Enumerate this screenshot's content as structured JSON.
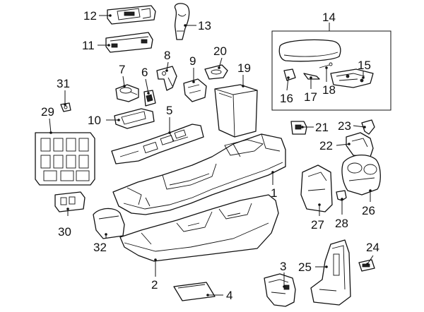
{
  "callouts": [
    {
      "id": "c1",
      "text": "1"
    },
    {
      "id": "c2",
      "text": "2"
    },
    {
      "id": "c3",
      "text": "3"
    },
    {
      "id": "c4",
      "text": "4"
    },
    {
      "id": "c5",
      "text": "5"
    },
    {
      "id": "c6",
      "text": "6"
    },
    {
      "id": "c7",
      "text": "7"
    },
    {
      "id": "c8",
      "text": "8"
    },
    {
      "id": "c9",
      "text": "9"
    },
    {
      "id": "c10",
      "text": "10"
    },
    {
      "id": "c11",
      "text": "11"
    },
    {
      "id": "c12",
      "text": "12"
    },
    {
      "id": "c13",
      "text": "13"
    },
    {
      "id": "c14",
      "text": "14"
    },
    {
      "id": "c15",
      "text": "15"
    },
    {
      "id": "c16",
      "text": "16"
    },
    {
      "id": "c17",
      "text": "17"
    },
    {
      "id": "c18",
      "text": "18"
    },
    {
      "id": "c19",
      "text": "19"
    },
    {
      "id": "c20",
      "text": "20"
    },
    {
      "id": "c21",
      "text": "21"
    },
    {
      "id": "c22",
      "text": "22"
    },
    {
      "id": "c23",
      "text": "23"
    },
    {
      "id": "c24",
      "text": "24"
    },
    {
      "id": "c25",
      "text": "25"
    },
    {
      "id": "c26",
      "text": "26"
    },
    {
      "id": "c27",
      "text": "27"
    },
    {
      "id": "c28",
      "text": "28"
    },
    {
      "id": "c29",
      "text": "29"
    },
    {
      "id": "c30",
      "text": "30"
    },
    {
      "id": "c31",
      "text": "31"
    },
    {
      "id": "c32",
      "text": "32"
    }
  ]
}
